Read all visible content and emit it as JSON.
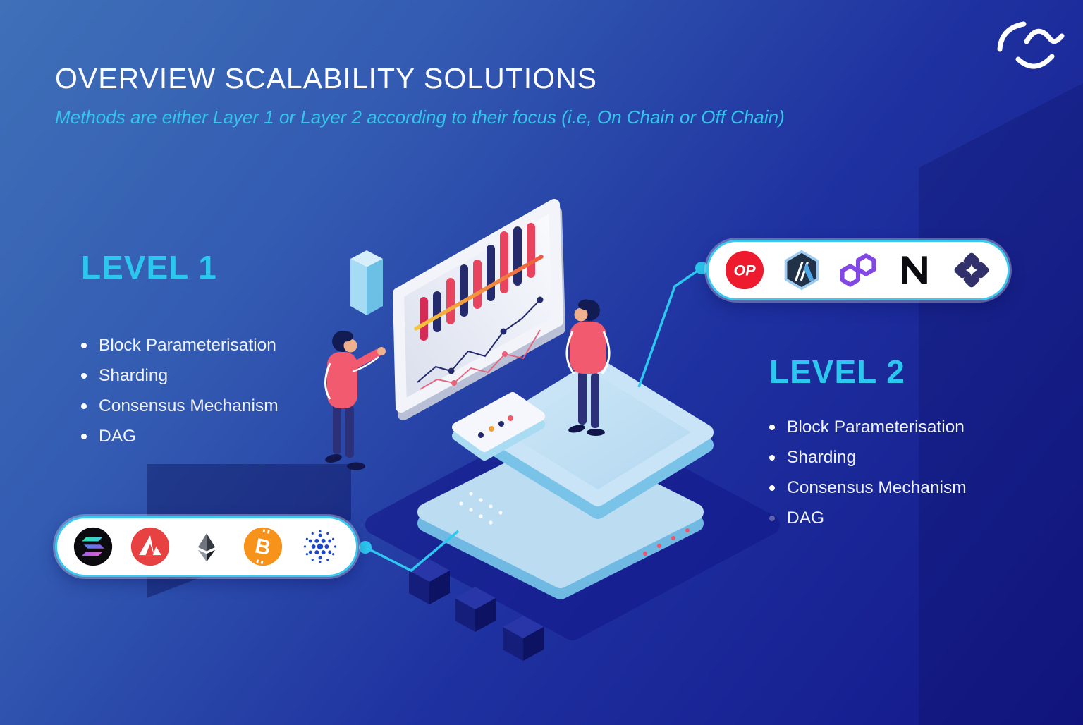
{
  "header": {
    "title": "OVERVIEW SCALABILITY  SOLUTIONS",
    "subtitle": "Methods are either Layer 1 or Layer 2 according to their focus (i.e, On Chain or Off Chain)"
  },
  "level1": {
    "heading": "LEVEL 1",
    "items": [
      "Block Parameterisation",
      "Sharding",
      "Consensus Mechanism",
      "DAG"
    ]
  },
  "level2": {
    "heading": "LEVEL 2",
    "items": [
      "Block Parameterisation",
      "Sharding",
      "Consensus Mechanism",
      "DAG"
    ]
  },
  "pills": {
    "layer2": {
      "position": "top-right",
      "logos": [
        "optimism",
        "arbitrum",
        "polygon",
        "near",
        "clover"
      ],
      "optimism_text": "OP"
    },
    "layer1": {
      "position": "bottom-left",
      "logos": [
        "solana",
        "avalanche",
        "ethereum",
        "bitcoin",
        "cardano"
      ],
      "bitcoin_text": "B"
    }
  },
  "colors": {
    "background_top": "#3f70b8",
    "background_bottom": "#131789",
    "accent_cyan": "#2cc7ee",
    "pill_border": "#3cc9f0",
    "optimism_red": "#ee1a2d",
    "avalanche_red": "#e84142",
    "bitcoin_orange": "#f7931a",
    "polygon_purple": "#8247e5",
    "cardano_blue": "#1b47c9",
    "bar_red": "#e0355c",
    "bar_navy": "#242a6b",
    "platform_blue": "#bcdcf2",
    "shirt_pink": "#f25a70"
  }
}
